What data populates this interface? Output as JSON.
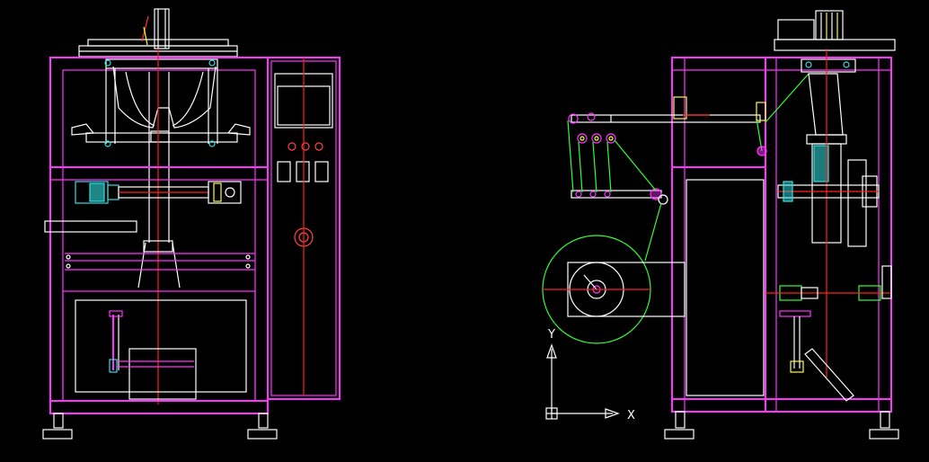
{
  "drawing": {
    "background": "#000000",
    "colors": {
      "frame": "#ff33ff",
      "centerline": "#ff2020",
      "detail": "#ffffff",
      "film": "#33ff33",
      "component": "#33e0e0",
      "accent": "#ffff33",
      "edge": "#ff66ff"
    },
    "views": [
      "front-view",
      "side-view"
    ]
  },
  "ucs": {
    "x_label": "X",
    "y_label": "Y",
    "color": "#ffffff",
    "icon": "ucs-icon"
  }
}
